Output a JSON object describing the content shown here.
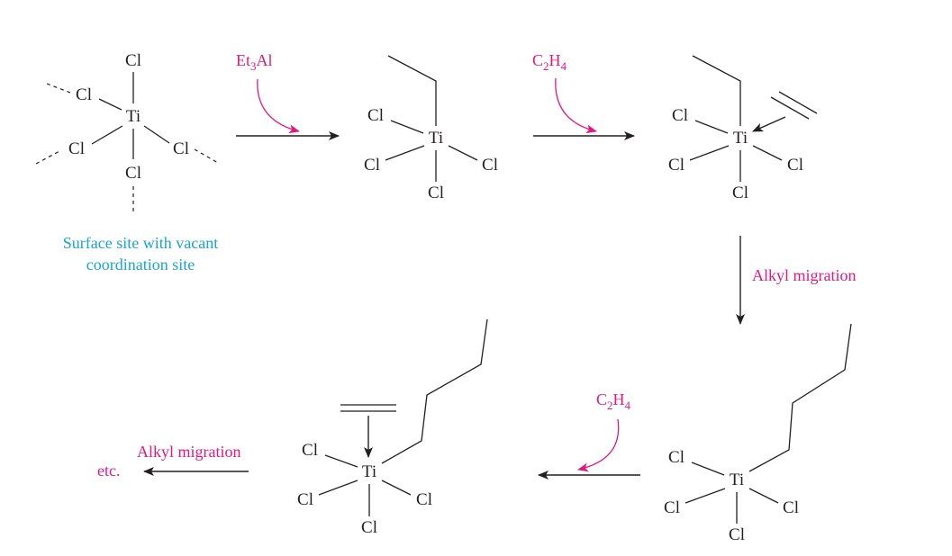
{
  "scheme": {
    "atoms": {
      "ti": "Ti",
      "cl": "Cl"
    },
    "labels": {
      "surface_site": [
        "Surface site with vacant",
        "coordination site"
      ],
      "et3al": {
        "base": "Et",
        "sub": "3",
        "tail": "Al"
      },
      "ethylene_1": {
        "c": "C",
        "c_sub": "2",
        "h": "H",
        "h_sub": "4"
      },
      "ethylene_2": {
        "c": "C",
        "c_sub": "2",
        "h": "H",
        "h_sub": "4"
      },
      "alkyl_migration_1": "Alkyl migration",
      "alkyl_migration_2": "Alkyl migration",
      "etc": "etc."
    },
    "colors": {
      "reagent": "#e0197d",
      "caption": "#1aa3d9",
      "structure": "#231f20"
    }
  }
}
